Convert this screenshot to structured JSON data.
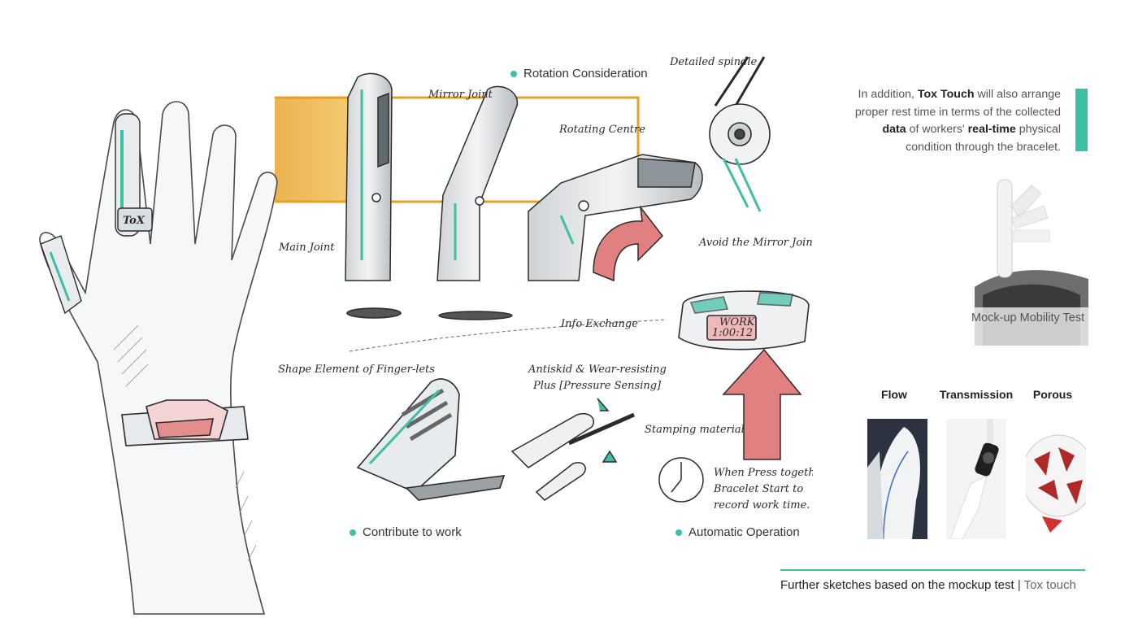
{
  "sketch": {
    "notes": {
      "mirror_joint": "Mirror Joint",
      "rotating_centre": "Rotating Centre",
      "detailed_spindle": "Detailed spindle",
      "main_joint": "Main Joint",
      "avoid_mirror_joint": "Avoid the Mirror Joint",
      "info_exchange": "Info Exchange",
      "shape_element": "Shape Element of Finger-lets",
      "antiskid": "Antiskid & Wear-resisting",
      "pressure_sensing": "Plus [Pressure Sensing]",
      "stamping_material": "Stamping material",
      "when_press": "When Press together",
      "bracelet_start": "Bracelet Start to",
      "record_time": "record work time.",
      "ring_badge": "ToX",
      "bracelet_display_top": "WORK",
      "bracelet_display_time": "1:00:12"
    },
    "labels": {
      "rotation": "Rotation Consideration",
      "contribute": "Contribute to work",
      "automatic": "Automatic Operation"
    }
  },
  "description": {
    "pre": "In addition, ",
    "brand": "Tox Touch",
    "mid1": " will also arrange proper rest time in terms of the collected ",
    "data_word": "data",
    "mid2": " of workers' ",
    "realtime_word": "real-time",
    "post": " physical condition through the bracelet."
  },
  "mockup": {
    "caption": "Mock-up Mobility Test"
  },
  "materials": [
    {
      "label": "Flow"
    },
    {
      "label": "Transmission"
    },
    {
      "label": "Porous"
    }
  ],
  "footer": {
    "title": "Further sketches based on the mockup test",
    "separator": "|",
    "subtitle": "Tox touch"
  },
  "colors": {
    "accent": "#3ebfa6",
    "arrow_red": "#e08080",
    "highlight_orange": "#f0b13a"
  }
}
